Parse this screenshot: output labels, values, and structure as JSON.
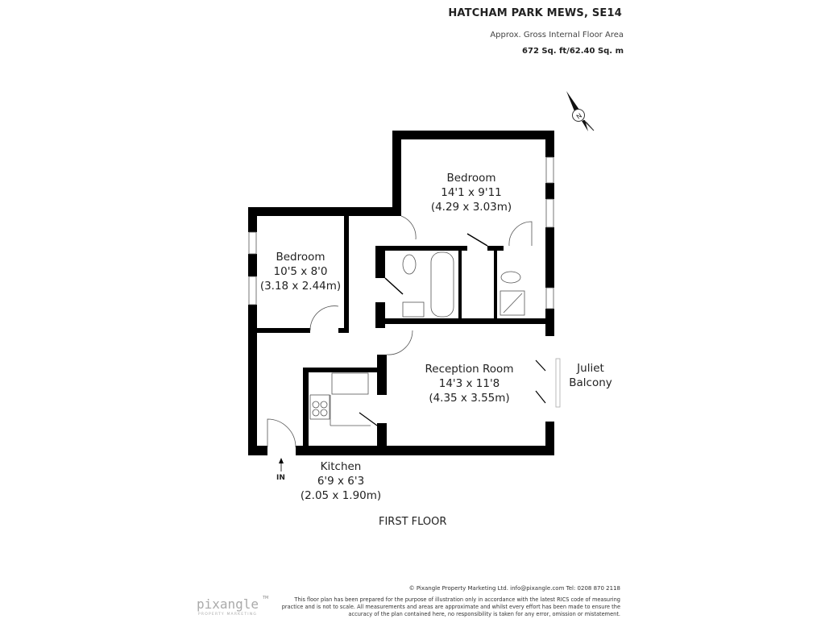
{
  "header": {
    "title": "HATCHAM PARK MEWS, SE14",
    "subtitle": "Approx. Gross Internal Floor Area",
    "area": "672 Sq. ft/62.40 Sq. m"
  },
  "compass": {
    "label": "N",
    "icon": "north-arrow-icon"
  },
  "rooms": [
    {
      "name": "Bedroom",
      "imperial": "14'1 x 9'11",
      "metric": "(4.29 x 3.03m)"
    },
    {
      "name": "Bedroom",
      "imperial": "10'5 x 8'0",
      "metric": "(3.18 x 2.44m)"
    },
    {
      "name": "Reception Room",
      "imperial": "14'3 x 11'8",
      "metric": "(4.35 x 3.55m)"
    },
    {
      "name": "Kitchen",
      "imperial": "6'9 x 6'3",
      "metric": "(2.05 x 1.90m)"
    }
  ],
  "balcony": {
    "line1": "Juliet",
    "line2": "Balcony"
  },
  "entrance": "IN",
  "floor_label": "FIRST FLOOR",
  "footer": {
    "copyright": "© Pixangle Property Marketing Ltd. info@pixangle.com Tel: 0208 870 2118",
    "disclaimer": "This floor plan has been prepared for the purpose of illustration only in accordance with the latest RICS code of measuring practice and is not to scale. All measurements and areas are approximate and whilst every effort has been made to ensure the accuracy of the plan contained here, no responsibility is taken for any error, omission or mistatement.",
    "logo": "pixangle",
    "logo_sub": "PROPERTY MARKETING",
    "logo_tm": "TM"
  }
}
